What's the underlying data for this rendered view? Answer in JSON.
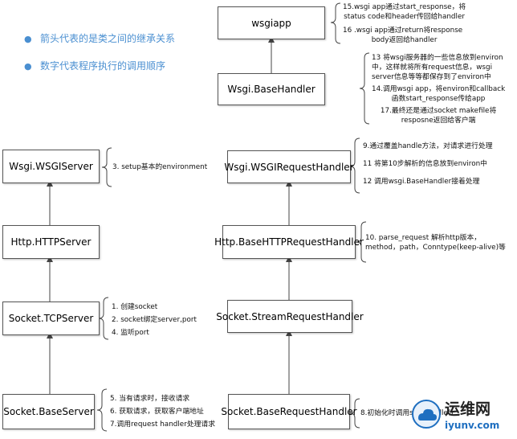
{
  "bullets": [
    "箭头代表的是类之间的继承关系",
    "数字代表程序执行的调用顺序"
  ],
  "classes": {
    "wsgiapp": "wsgiapp",
    "base_handler": "Wsgi.BaseHandler",
    "wsgi_server": "Wsgi.WSGIServer",
    "http_server": "Http.HTTPServer",
    "tcp_server": "Socket.TCPServer",
    "base_server": "Socket.BaseServer",
    "wsgi_request_handler": "Wsgi.WSGIRequestHandler",
    "base_http_request_handler": "Http.BaseHTTPRequestHandler",
    "stream_request_handler": "Socket.StreamRequestHandler",
    "base_request_handler": "Socket.BaseRequestHandler"
  },
  "notes": {
    "wsgiapp": [
      "15.wsgi app通过start_response，将",
      "status code和header传回给handler",
      "",
      "16 .wsgi app通过return将response",
      "body返回给handler"
    ],
    "base_handler": [
      "13 将wsgi服务器的一些信息放到environ",
      "中，这样就将所有request信息，wsgi",
      "server信息等等都保存到了environ中",
      "",
      "14.调用wsgi app，将environ和callback",
      "函数start_response传给app",
      "",
      "17.最终还是通过socket makefile将",
      "resposne返回给客户端"
    ],
    "wsgi_server": [
      "3. setup基本的environment"
    ],
    "wsgi_request_handler": [
      "9.通过覆盖handle方法，对请求进行处理",
      "",
      "11 将第10步解析的信息放到environ中",
      "",
      "12 调用wsgi.BaseHandler接着处理"
    ],
    "base_http_request_handler": [
      "10. parse_request 解析http版本，",
      "method，path，Conntype(keep-alive)等"
    ],
    "tcp_server": [
      "1. 创建socket",
      "2. socket绑定server,port",
      "4. 监听port"
    ],
    "base_server": [
      "5. 当有请求时，接收请求",
      "6. 获取请求，获取客户端地址",
      "7.调用request handler处理请求"
    ],
    "base_request_handler": [
      "8.初始化时调用self.handle()"
    ]
  },
  "watermark": {
    "title": "运维网",
    "url": "iyunv.com"
  },
  "colors": {
    "bullet": "#4a8fd1",
    "border": "#555555",
    "arrow": "#444444",
    "watermark_url": "#1f6fc0"
  }
}
